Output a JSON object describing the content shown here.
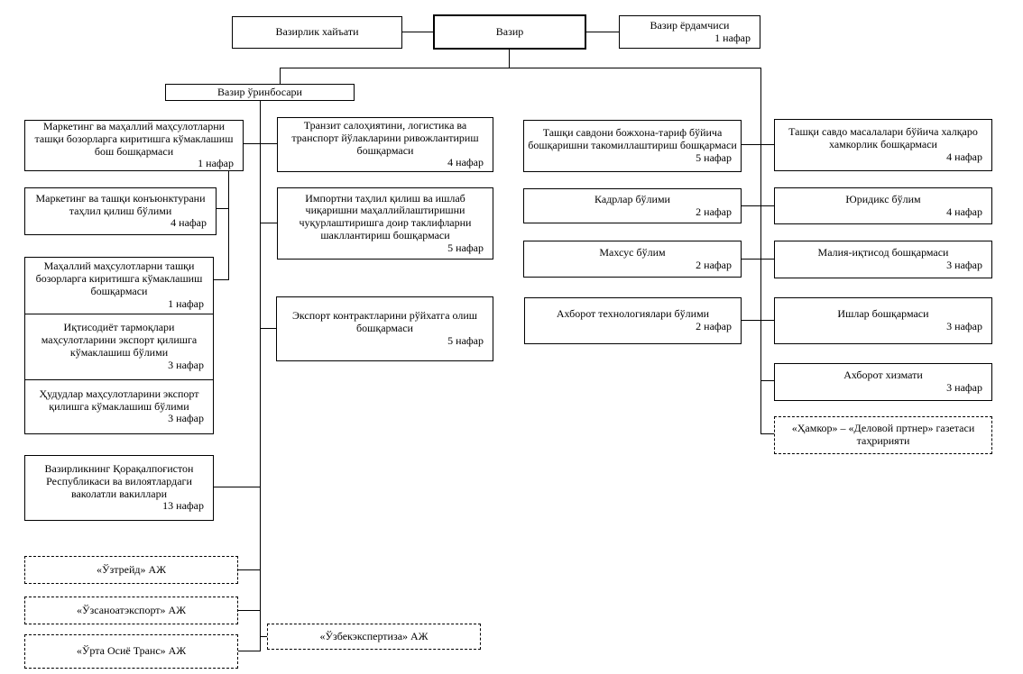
{
  "diagram": {
    "title": "Ministry organizational chart",
    "colors": {
      "line": "#000000",
      "background": "#ffffff",
      "box_border": "#000000"
    },
    "nodes": {
      "hq": {
        "label": "Вазирлик хайъати",
        "count": ""
      },
      "minister": {
        "label": "Вазир",
        "count": ""
      },
      "assistant": {
        "label": "Вазир ёрдамчиси",
        "count": "1 нафар"
      },
      "deputy": {
        "label": "Вазир ўринбосари",
        "count": ""
      },
      "a1": {
        "label": "Маркетинг ва маҳаллий маҳсулотларни ташқи бозорларга киритишга кўмаклашиш бош бошқармаси",
        "count": "1 нафар"
      },
      "a2": {
        "label": "Маркетинг ва ташқи конъюнктурани таҳлил қилиш бўлими",
        "count": "4 нафар"
      },
      "a3": {
        "label": "Маҳаллий маҳсулотларни ташқи бозорларга киритишга кўмаклашиш бошқармаси",
        "count": "1 нафар"
      },
      "a4": {
        "label": "Иқтисодиёт тармоқлари маҳсулотларини экспорт қилишга кўмаклашиш бўлими",
        "count": "3 нафар"
      },
      "a5": {
        "label": "Ҳудудлар маҳсулотларини экспорт қилишга кўмаклашиш бўлими",
        "count": "3 нафар"
      },
      "a6": {
        "label": "Вазирликнинг Қорақалпоғистон Республикаси ва вилоятлардаги ваколатли вакиллари",
        "count": "13 нафар"
      },
      "b1": {
        "label": "Транзит салоҳиятини, логистика ва транспорт йўлакларини ривожлантириш бошқармаси",
        "count": "4 нафар"
      },
      "b2": {
        "label": "Импортни таҳлил қилиш ва ишлаб чиқаришни маҳаллийлаштиришни чуқурлаштиришга доир таклифларни шакллантириш бошқармаси",
        "count": "5 нафар"
      },
      "b3": {
        "label": "Экспорт контрактларини рўйхатга олиш бошқармаси",
        "count": "5 нафар"
      },
      "c1": {
        "label": "Ташқи савдони божхона-тариф бўйича бошқаришни такомиллаштириш бошқармаси",
        "count": "5 нафар"
      },
      "c2": {
        "label": "Кадрлар бўлими",
        "count": "2 нафар"
      },
      "c3": {
        "label": "Махсус бўлим",
        "count": "2 нафар"
      },
      "c4": {
        "label": "Ахборот технологиялари бўлими",
        "count": "2 нафар"
      },
      "e1": {
        "label": "Ташқи савдо масалалари бўйича халқаро хамкорлик бошқармаси",
        "count": "4 нафар"
      },
      "e2": {
        "label": "Юридикс бўлим",
        "count": "4 нафар"
      },
      "e3": {
        "label": "Малия-иқтисод бошқармаси",
        "count": "3 нафар"
      },
      "e4": {
        "label": "Ишлар бошқармаси",
        "count": "3 нафар"
      },
      "e5": {
        "label": "Ахборот хизмати",
        "count": "3 нафар"
      },
      "e6": {
        "label": "«Ҳамкор» – «Деловой пртнер» газетаси таҳририяти",
        "count": ""
      },
      "d1": {
        "label": "«Ўзтрейд» АЖ",
        "count": ""
      },
      "d2": {
        "label": "«Ўзсаноатэкспорт» АЖ",
        "count": ""
      },
      "d3": {
        "label": "«Ўрта Осиё Транс» АЖ",
        "count": ""
      },
      "d4": {
        "label": "«Ўзбекэкспертиза» АЖ",
        "count": ""
      }
    }
  }
}
